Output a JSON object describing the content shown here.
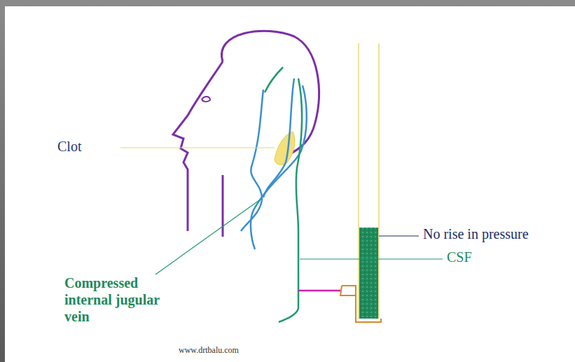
{
  "diagram": {
    "labels": [
      "Clot",
      "Compressed internal jugular vein",
      "No rise in pressure",
      "CSF",
      "www.drtbalu.com"
    ]
  }
}
